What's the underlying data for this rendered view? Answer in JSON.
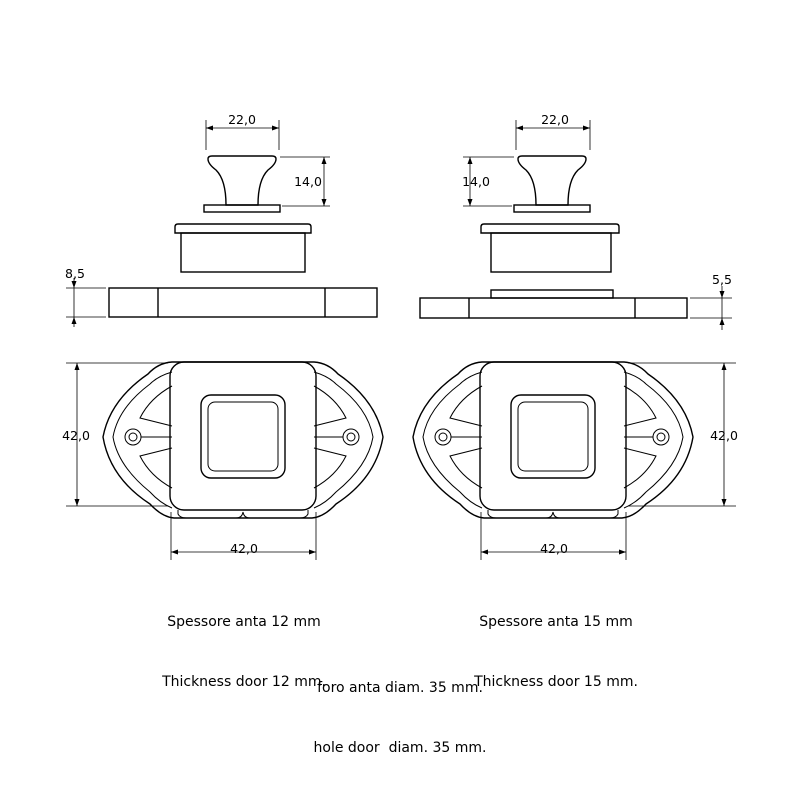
{
  "left_drawing": {
    "knob_width": "22,0",
    "knob_height": "14,0",
    "plate_thickness": "8,5",
    "body_height": "42,0",
    "body_width": "42,0",
    "caption_line1": "Spessore anta 12 mm",
    "caption_line2": "Thickness door 12 mm."
  },
  "right_drawing": {
    "knob_width": "22,0",
    "knob_height": "14,0",
    "plate_thickness": "5,5",
    "body_height": "42,0",
    "body_width": "42,0",
    "caption_line1": "Spessore anta 15 mm",
    "caption_line2": "Thickness door 15 mm."
  },
  "footer": {
    "line1": "foro anta diam. 35 mm.",
    "line2": "hole door  diam. 35 mm."
  }
}
